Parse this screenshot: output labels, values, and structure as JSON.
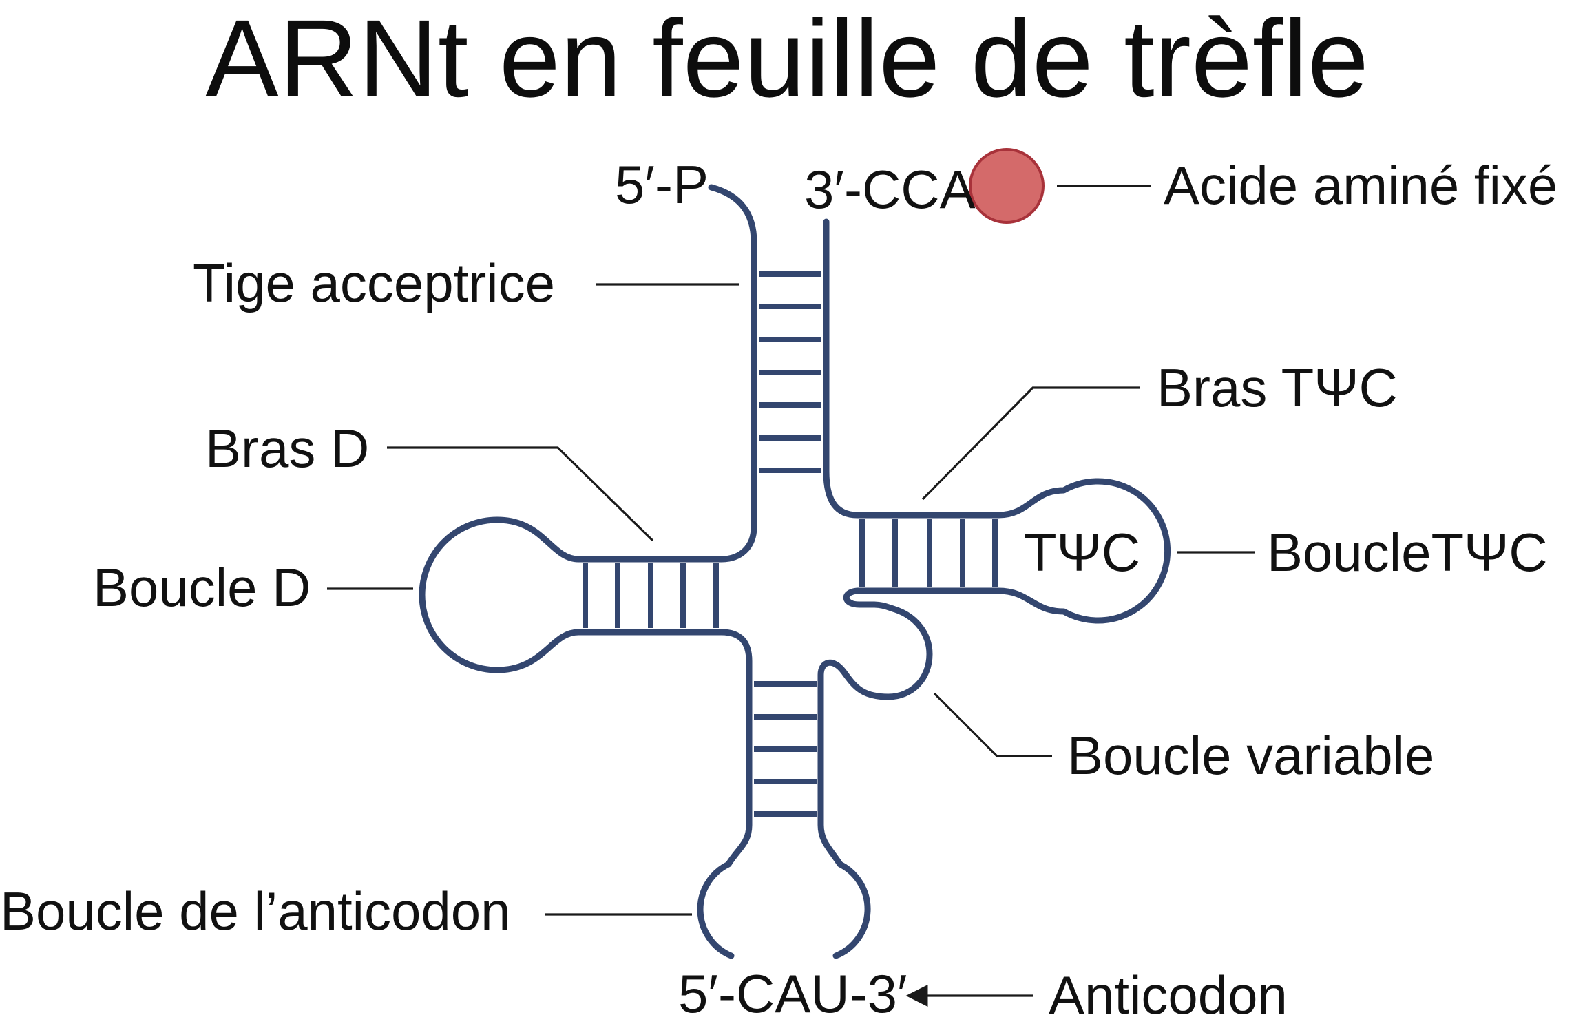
{
  "title": "ARNt en feuille de trèfle",
  "ends": {
    "five_prime": "5′-P",
    "three_prime": "3′-CCA"
  },
  "labels": {
    "amino_acid": "Acide aminé fixé",
    "acceptor_stem": "Tige acceptrice",
    "t_arm": "Bras TΨC",
    "d_arm": "Bras D",
    "d_loop": "Boucle D",
    "t_loop_inner": "TΨC",
    "t_loop": "BoucleTΨC",
    "variable_loop": "Boucle variable",
    "anticodon_loop": "Boucle de l’anticodon",
    "anticodon_sequence": "5′-CAU-3′",
    "anticodon": "Anticodon"
  },
  "colors": {
    "strand": "#33466f",
    "amino_acid_fill": "#d46a6a",
    "amino_acid_stroke": "#a8323a",
    "leader_lines": "#1a1a1a"
  }
}
